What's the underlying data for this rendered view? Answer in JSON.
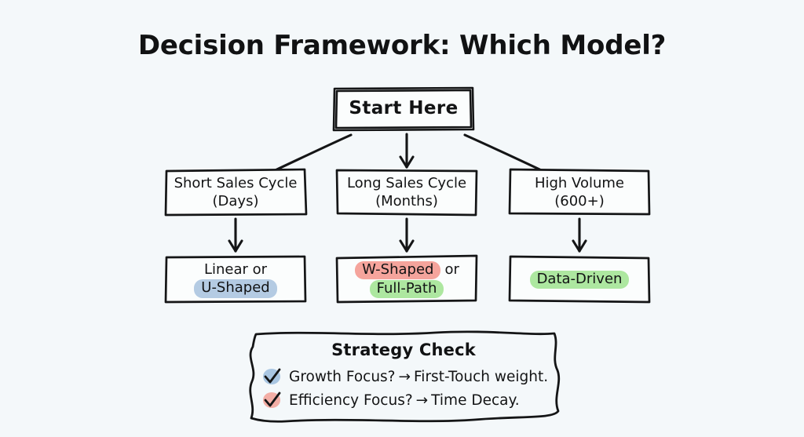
{
  "title": "Decision Framework: Which Model?",
  "background_color": "#f4f8fa",
  "colors": {
    "ink": "#18191a",
    "highlight_blue": "#b4cbe3",
    "highlight_red": "#f5a49c",
    "highlight_green": "#ade7a0",
    "node_fill": "#fbfdfd"
  },
  "start": {
    "label": "Start Here"
  },
  "criteria": [
    {
      "line1": "Short Sales Cycle",
      "line2": "(Days)"
    },
    {
      "line1": "Long Sales Cycle",
      "line2": "(Months)"
    },
    {
      "line1": "High Volume",
      "line2": "(600+)"
    }
  ],
  "results": [
    {
      "line1_plain": "Linear or",
      "line2_highlight": "U-Shaped",
      "line2_highlight_color": "blue"
    },
    {
      "line1_highlight": "W-Shaped",
      "line1_highlight_color": "red",
      "line1_suffix": "or",
      "line2_highlight": "Full-Path",
      "line2_highlight_color": "green"
    },
    {
      "line1_highlight": "Data-Driven",
      "line1_highlight_color": "green"
    }
  ],
  "strategy_check": {
    "title": "Strategy Check",
    "items": [
      {
        "check_color": "blue",
        "condition": "Growth Focus?",
        "arrow": "→",
        "outcome": "First-Touch weight."
      },
      {
        "check_color": "red",
        "condition": "Efficiency Focus?",
        "arrow": "→",
        "outcome": "Time Decay."
      }
    ]
  },
  "connectors": {
    "from_start": [
      "left-diagonal-arrow",
      "down-arrow",
      "right-diagonal-arrow"
    ],
    "to_results": [
      "down-arrow",
      "down-arrow",
      "down-arrow"
    ]
  }
}
